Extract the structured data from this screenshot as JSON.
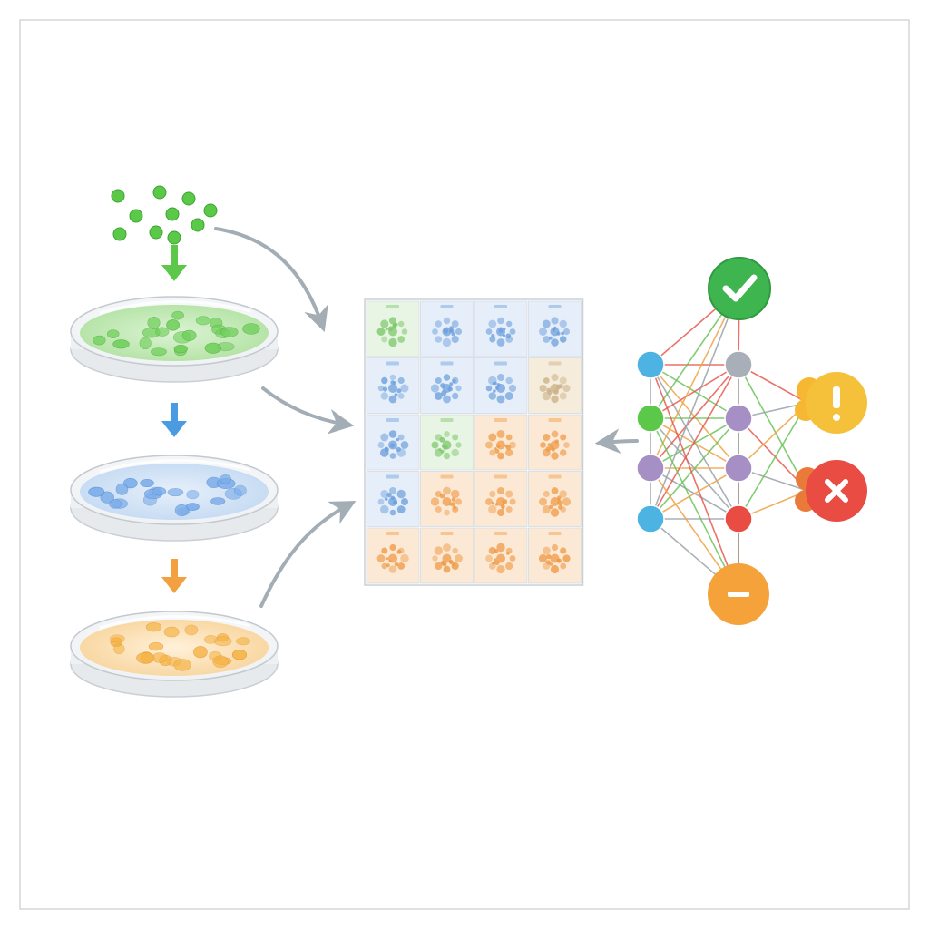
{
  "colors": {
    "green": "#5cc84a",
    "green_dark": "#3aa52f",
    "blue": "#5b9be0",
    "blue_light": "#a9c9ee",
    "orange": "#f2a040",
    "orange_dark": "#e8872a",
    "yellow": "#f5c242",
    "purple": "#a58fc4",
    "gray_node": "#a9afb8",
    "red": "#e84c43",
    "cyan": "#4db3e2",
    "arrow_gray": "#a3adb5",
    "frame": "#d6d6d6"
  },
  "icons": {
    "arrow_green": "arrow-down-icon",
    "arrow_blue": "arrow-down-icon",
    "arrow_orange": "arrow-down-icon",
    "success": "check-icon",
    "warning": "exclamation-icon",
    "failure": "x-icon",
    "neutral": "minus-icon"
  },
  "matrix": {
    "rows": 5,
    "cols": 4,
    "cell_tones": [
      [
        "green",
        "blue",
        "blue",
        "blue"
      ],
      [
        "blue",
        "blue",
        "blue",
        "mixed"
      ],
      [
        "blue",
        "green",
        "orange",
        "orange"
      ],
      [
        "blue",
        "orange",
        "orange",
        "orange"
      ],
      [
        "orange",
        "orange",
        "orange",
        "orange"
      ]
    ]
  },
  "network": {
    "layers": [
      [
        "cyan",
        "green",
        "purple",
        "cyan"
      ],
      [
        "gray",
        "purple",
        "purple",
        "red"
      ]
    ],
    "outputs": [
      "success",
      "warning",
      "failure",
      "neutral"
    ]
  }
}
